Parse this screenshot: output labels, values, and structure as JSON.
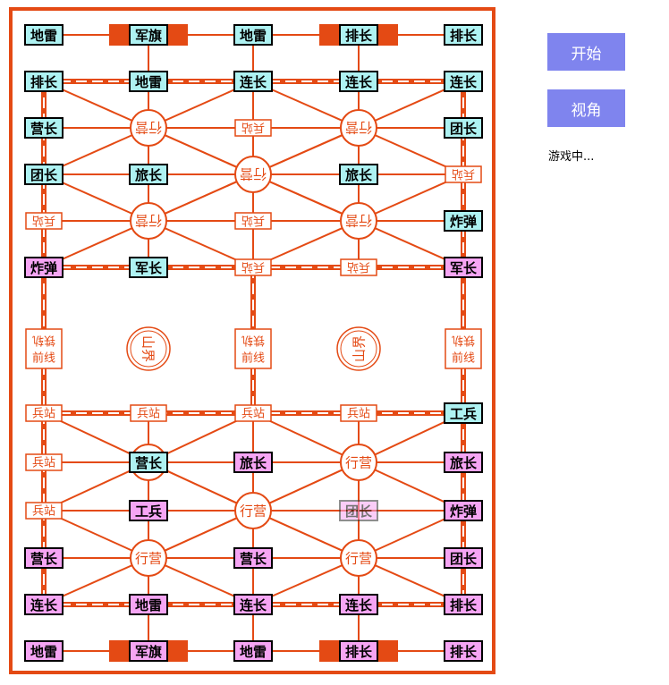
{
  "controls": {
    "start_label": "开始",
    "view_label": "视角"
  },
  "status_text": "游戏中...",
  "colors": {
    "board_line": "#e44a14",
    "blue_piece": "#aef2f2",
    "pink_piece": "#f6a5f4",
    "button": "#7f84ee"
  },
  "board_marks": {
    "camp": "行营",
    "station": "兵站",
    "frontline": "前线",
    "frontline_top": "铁轨",
    "mountain": "山界"
  },
  "pieces": [
    {
      "label": "地雷",
      "side": "blue",
      "row": 0,
      "col": 0
    },
    {
      "label": "军旗",
      "side": "blue",
      "row": 0,
      "col": 1
    },
    {
      "label": "地雷",
      "side": "blue",
      "row": 0,
      "col": 2
    },
    {
      "label": "排长",
      "side": "blue",
      "row": 0,
      "col": 3
    },
    {
      "label": "排长",
      "side": "blue",
      "row": 0,
      "col": 4
    },
    {
      "label": "排长",
      "side": "blue",
      "row": 1,
      "col": 0
    },
    {
      "label": "地雷",
      "side": "blue",
      "row": 1,
      "col": 1
    },
    {
      "label": "连长",
      "side": "blue",
      "row": 1,
      "col": 2
    },
    {
      "label": "连长",
      "side": "blue",
      "row": 1,
      "col": 3
    },
    {
      "label": "连长",
      "side": "blue",
      "row": 1,
      "col": 4
    },
    {
      "label": "营长",
      "side": "blue",
      "row": 2,
      "col": 0
    },
    {
      "label": "团长",
      "side": "blue",
      "row": 2,
      "col": 4
    },
    {
      "label": "团长",
      "side": "blue",
      "row": 3,
      "col": 0
    },
    {
      "label": "旅长",
      "side": "blue",
      "row": 3,
      "col": 1
    },
    {
      "label": "旅长",
      "side": "blue",
      "row": 3,
      "col": 3
    },
    {
      "label": "炸弹",
      "side": "blue",
      "row": 4,
      "col": 4
    },
    {
      "label": "炸弹",
      "side": "pink",
      "row": 5,
      "col": 0
    },
    {
      "label": "军长",
      "side": "blue",
      "row": 5,
      "col": 1
    },
    {
      "label": "军长",
      "side": "pink",
      "row": 5,
      "col": 4
    },
    {
      "label": "工兵",
      "side": "blue",
      "row": 6,
      "col": 4
    },
    {
      "label": "营长",
      "side": "blue",
      "row": 7,
      "col": 1
    },
    {
      "label": "旅长",
      "side": "pink",
      "row": 7,
      "col": 2
    },
    {
      "label": "旅长",
      "side": "pink",
      "row": 7,
      "col": 4
    },
    {
      "label": "工兵",
      "side": "pink",
      "row": 8,
      "col": 1
    },
    {
      "label": "团长",
      "side": "pink",
      "row": 8,
      "col": 3,
      "selected": true
    },
    {
      "label": "炸弹",
      "side": "pink",
      "row": 8,
      "col": 4
    },
    {
      "label": "营长",
      "side": "pink",
      "row": 9,
      "col": 0
    },
    {
      "label": "营长",
      "side": "pink",
      "row": 9,
      "col": 2
    },
    {
      "label": "团长",
      "side": "pink",
      "row": 9,
      "col": 4
    },
    {
      "label": "连长",
      "side": "pink",
      "row": 10,
      "col": 0
    },
    {
      "label": "地雷",
      "side": "pink",
      "row": 10,
      "col": 1
    },
    {
      "label": "连长",
      "side": "pink",
      "row": 10,
      "col": 2
    },
    {
      "label": "连长",
      "side": "pink",
      "row": 10,
      "col": 3
    },
    {
      "label": "排长",
      "side": "pink",
      "row": 10,
      "col": 4
    },
    {
      "label": "地雷",
      "side": "pink",
      "row": 11,
      "col": 0
    },
    {
      "label": "军旗",
      "side": "pink",
      "row": 11,
      "col": 1
    },
    {
      "label": "地雷",
      "side": "pink",
      "row": 11,
      "col": 2
    },
    {
      "label": "排长",
      "side": "pink",
      "row": 11,
      "col": 3
    },
    {
      "label": "排长",
      "side": "pink",
      "row": 11,
      "col": 4
    }
  ]
}
